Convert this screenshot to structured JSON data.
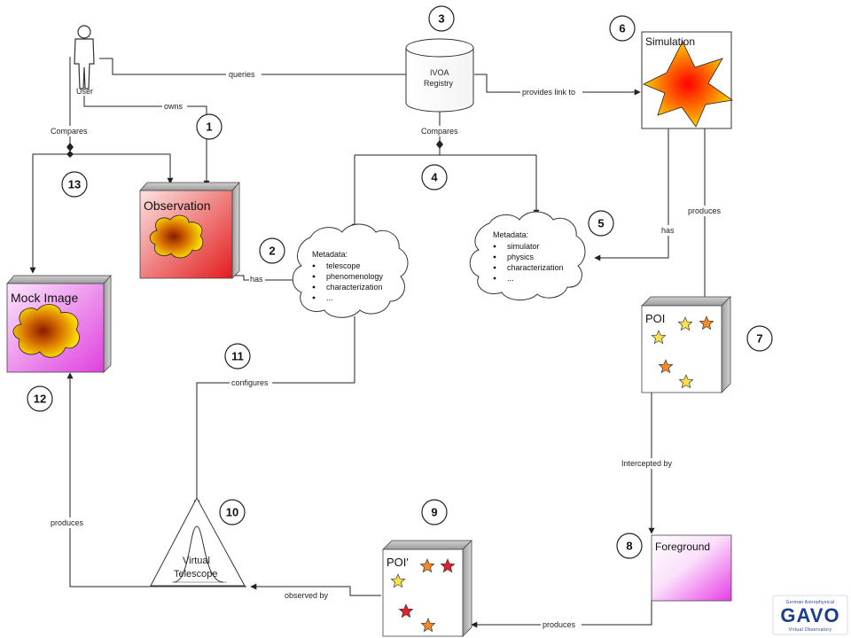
{
  "user": {
    "label": "User"
  },
  "registry": {
    "label_line1": "IVOA",
    "label_line2": "Registry"
  },
  "simulation": {
    "title": "Simulation"
  },
  "observation": {
    "title": "Observation"
  },
  "mock_image": {
    "title": "Mock Image"
  },
  "poi": {
    "title": "POI"
  },
  "poi_prime": {
    "title": "POI'"
  },
  "foreground": {
    "title": "Foreground"
  },
  "virtual_telescope": {
    "line1": "Virtual",
    "line2": "Telescope"
  },
  "metadata_obs": {
    "heading": "Metadata:",
    "items": [
      "telescope",
      "phenomenology",
      "characterization",
      "..."
    ]
  },
  "metadata_sim": {
    "heading": "Metadata:",
    "items": [
      "simulator",
      "physics",
      "characterization",
      "..."
    ]
  },
  "edges": {
    "queries": "queries",
    "owns": "owns",
    "provides_link_to": "provides link to",
    "compares_left": "Compares",
    "compares_right": "Compares",
    "has_obs": "has",
    "has_sim": "has",
    "produces_sim": "produces",
    "configures": "configures",
    "intercepted_by": "Intercepted by",
    "produces_fg": "produces",
    "observed_by": "observed by",
    "produces_mock": "produces"
  },
  "numbers": [
    "1",
    "2",
    "3",
    "4",
    "5",
    "6",
    "7",
    "8",
    "9",
    "10",
    "11",
    "12",
    "13"
  ],
  "logo": {
    "line1": "German Astrophysical",
    "main": "GAVO",
    "line2": "Virtual Observatory"
  },
  "colors": {
    "observation": "#e21d1d",
    "mock_image": "#e040e0",
    "foreground": "#e63de6",
    "star_yellow": "#ffe14d",
    "star_orange": "#f58a2a",
    "star_red": "#e0202a",
    "logo_blue": "#1c3f8c"
  }
}
